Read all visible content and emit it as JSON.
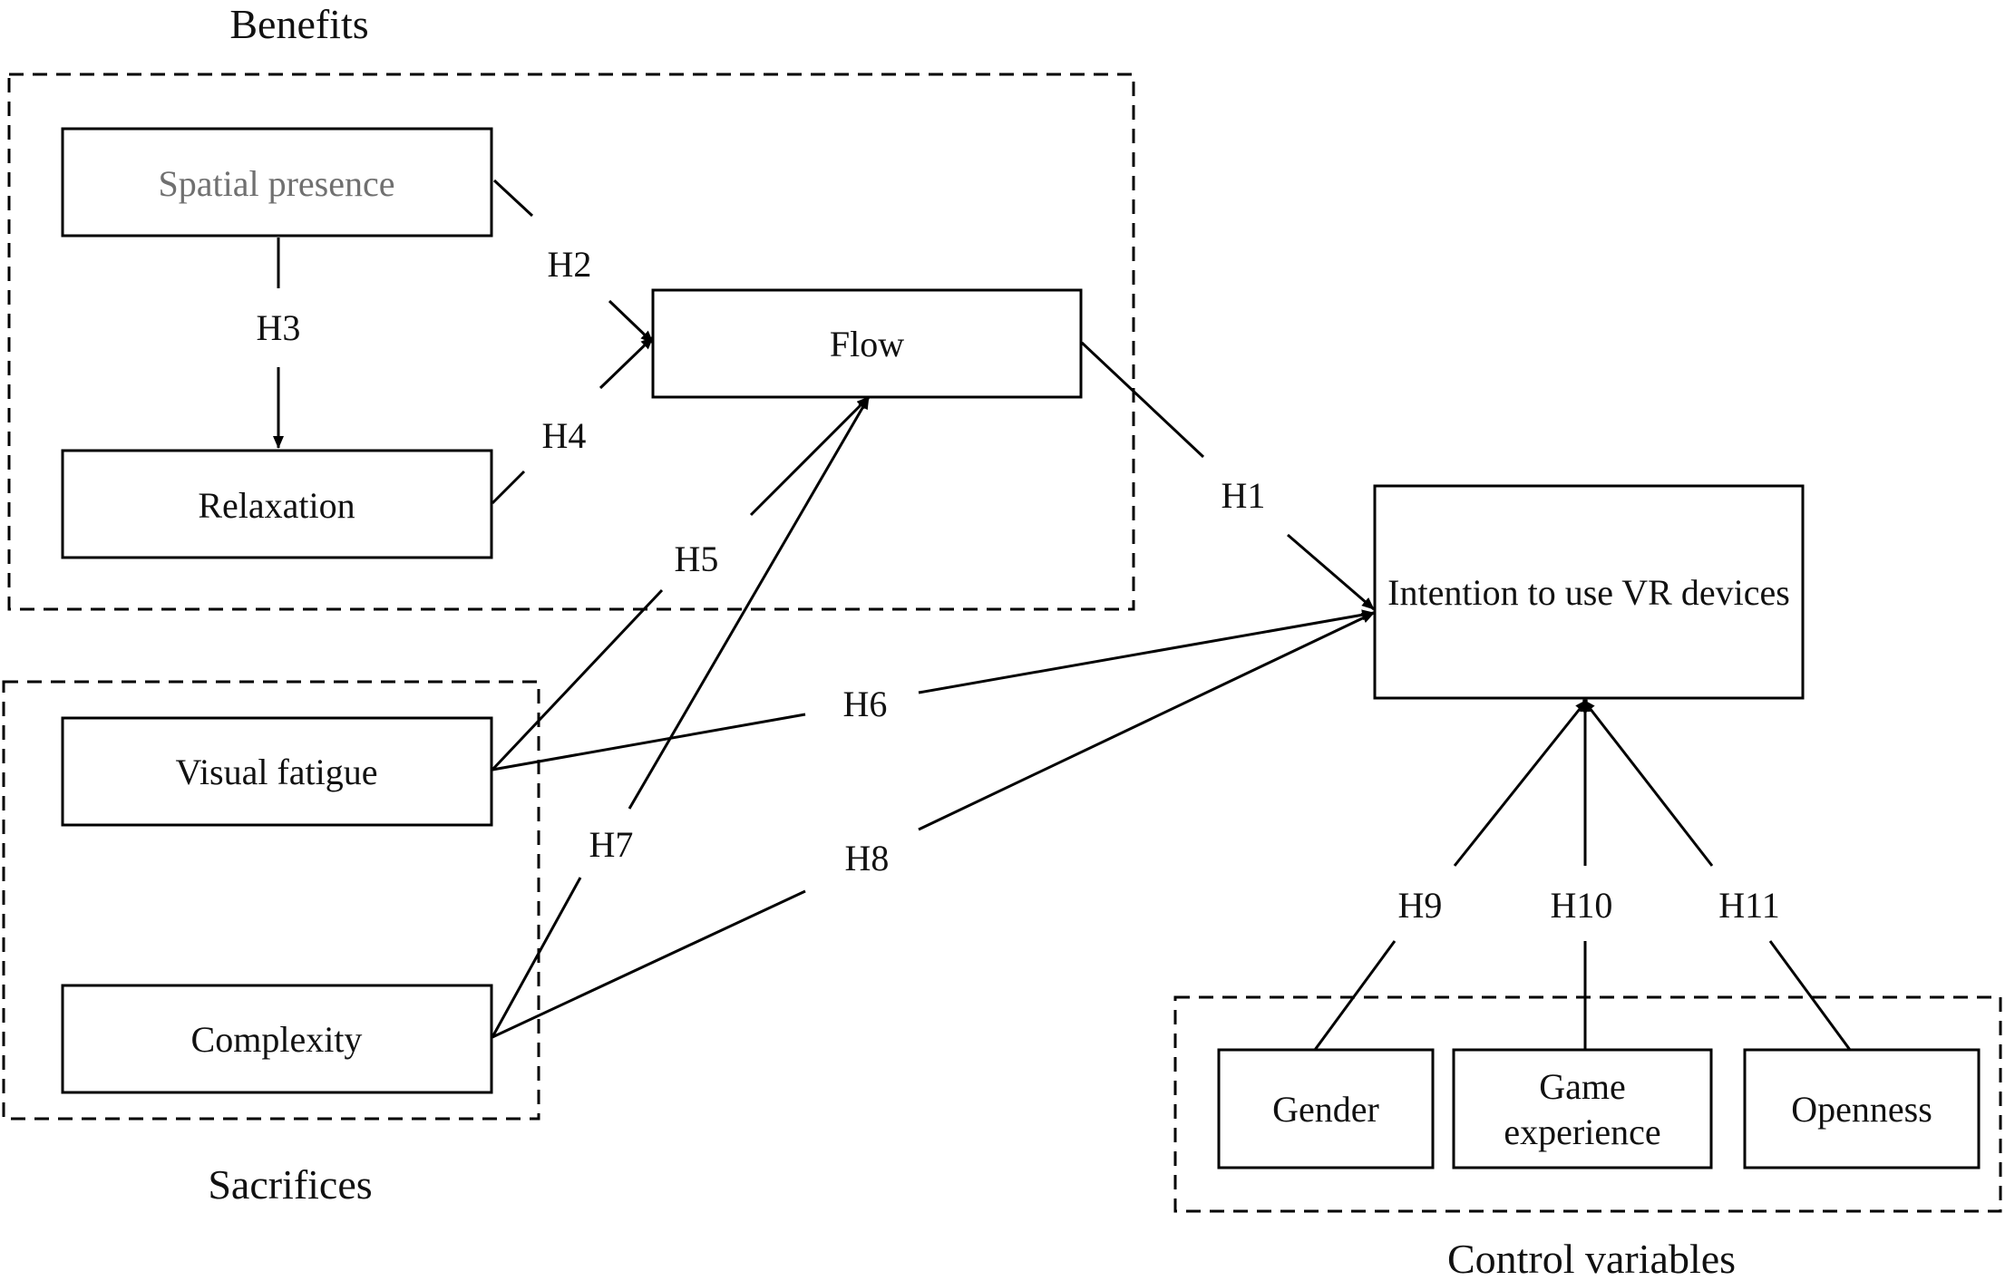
{
  "groups": {
    "benefits": "Benefits",
    "sacrifices": "Sacrifices",
    "control": "Control variables"
  },
  "nodes": {
    "spatial_presence": "Spatial presence",
    "relaxation": "Relaxation",
    "flow": "Flow",
    "visual_fatigue": "Visual fatigue",
    "complexity": "Complexity",
    "intention": "Intention to use VR devices",
    "gender": "Gender",
    "game_experience_line1": "Game",
    "game_experience_line2": "experience",
    "openness": "Openness"
  },
  "hypotheses": {
    "h1": "H1",
    "h2": "H2",
    "h3": "H3",
    "h4": "H4",
    "h5": "H5",
    "h6": "H6",
    "h7": "H7",
    "h8": "H8",
    "h9": "H9",
    "h10": "H10",
    "h11": "H11"
  },
  "colors": {
    "stroke": "#000000",
    "text": "#111111",
    "muted_text": "#707070",
    "background": "#ffffff"
  }
}
